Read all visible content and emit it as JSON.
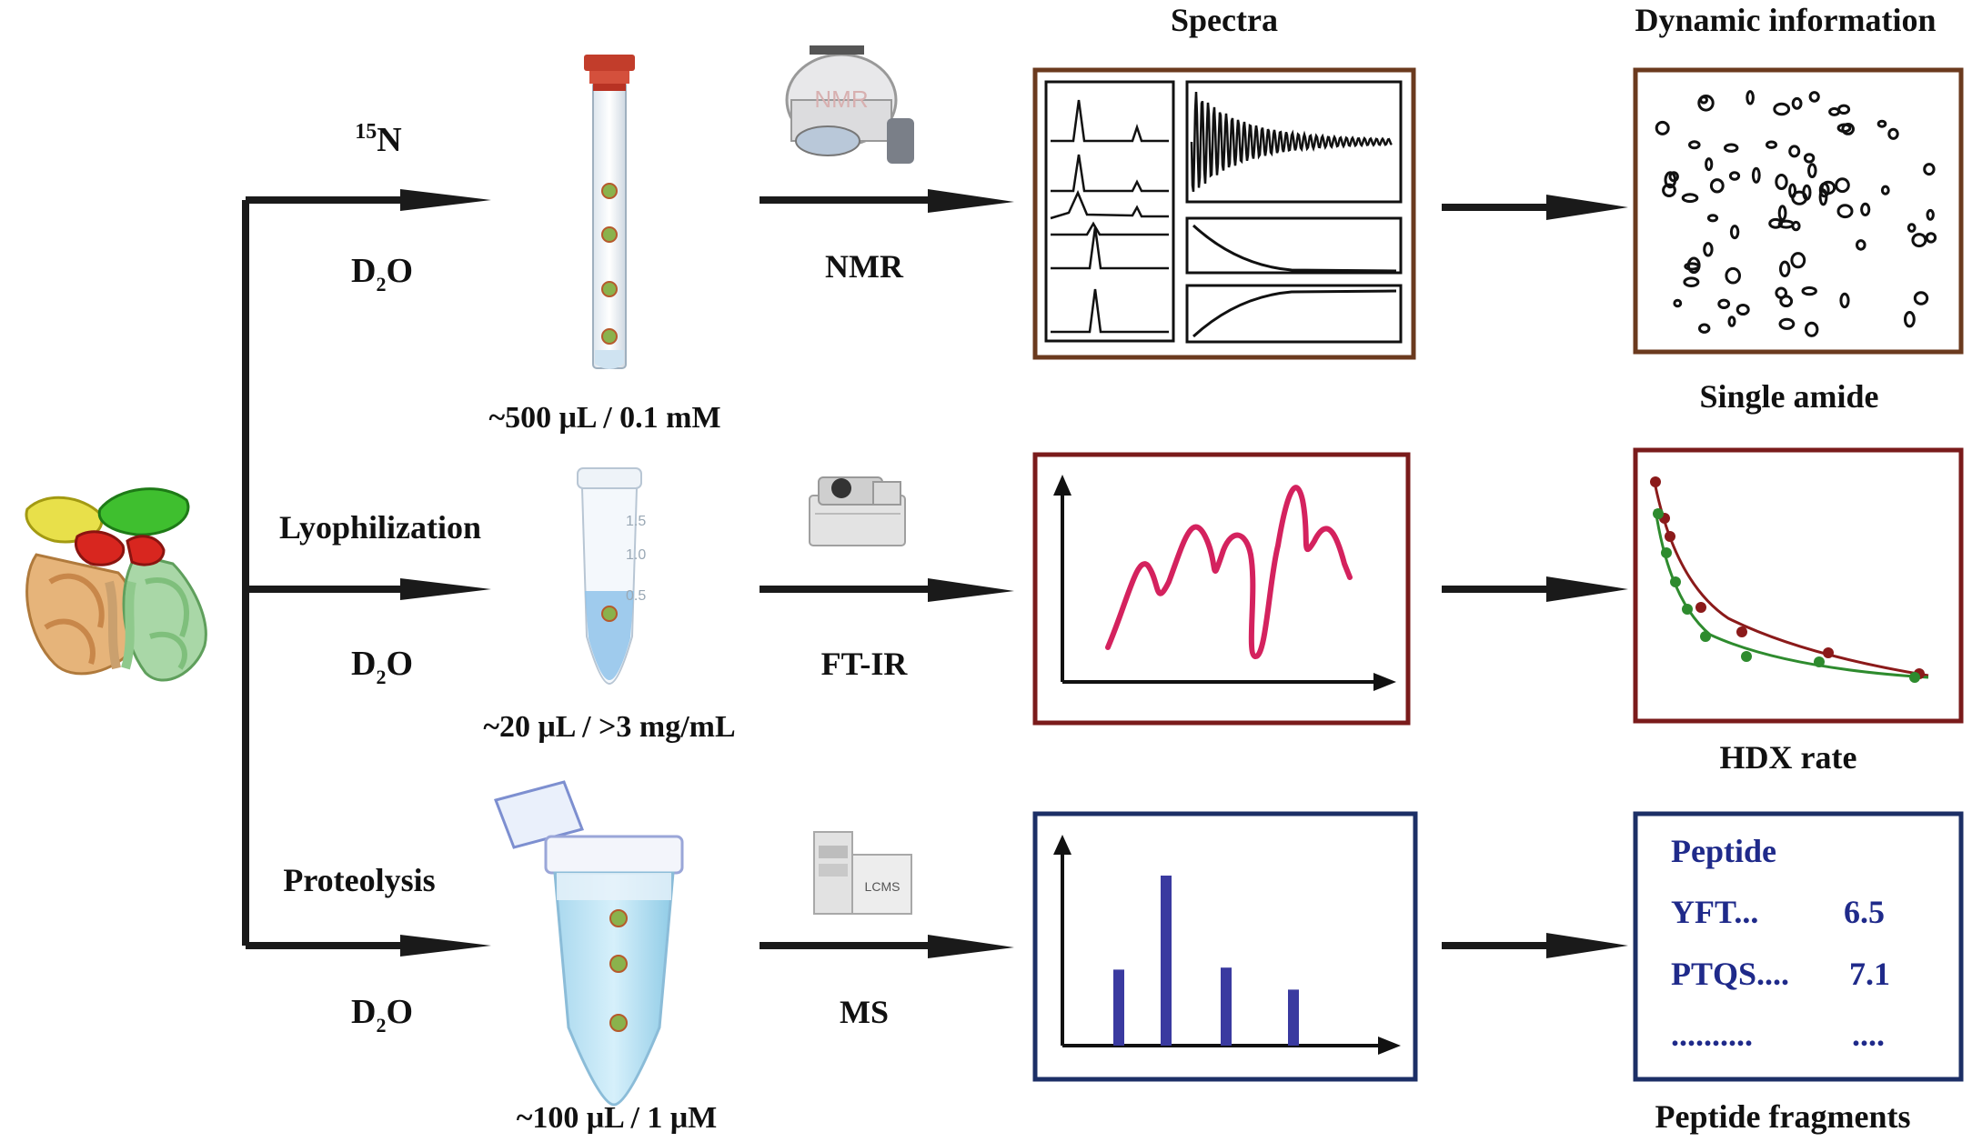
{
  "headers": {
    "spectra": "Spectra",
    "dynamic": "Dynamic information"
  },
  "branch_nmr": {
    "isotope_sup": "15",
    "isotope_base": "N",
    "solvent_base": "D",
    "solvent_sub": "2",
    "solvent_end": "O",
    "amount": "~500 μL / 0.1 mM",
    "technique": "NMR",
    "result": "Single amide",
    "colors": {
      "frame": "#6b3a1e"
    }
  },
  "branch_ir": {
    "step": "Lyophilization",
    "solvent_base": "D",
    "solvent_sub": "2",
    "solvent_end": "O",
    "amount": "~20 μL / >3 mg/mL",
    "technique": "FT-IR",
    "result": "HDX rate",
    "tube_marks": [
      "1.5",
      "1.0",
      "0.5"
    ],
    "colors": {
      "frame": "#7a1b1b",
      "curve": "#d4225e",
      "fit_red": "#8b1a1a",
      "fit_green": "#2e8b2e"
    }
  },
  "branch_ms": {
    "step": "Proteolysis",
    "solvent_base": "D",
    "solvent_sub": "2",
    "solvent_end": "O",
    "amount": "~100 μL / 1 μM",
    "technique": "MS",
    "result": "Peptide fragments",
    "device_label": "LCMS",
    "table": {
      "header": "Peptide",
      "rows": [
        {
          "name": "YFT...",
          "value": "6.5"
        },
        {
          "name": "PTQS....",
          "value": "7.1"
        },
        {
          "name": "..........",
          "value": "...."
        }
      ]
    },
    "bars": [
      0.38,
      0.85,
      0.39,
      0.28
    ],
    "colors": {
      "frame": "#1c2f66",
      "bar": "#3a3aa0",
      "text": "#1f2a8a"
    }
  }
}
